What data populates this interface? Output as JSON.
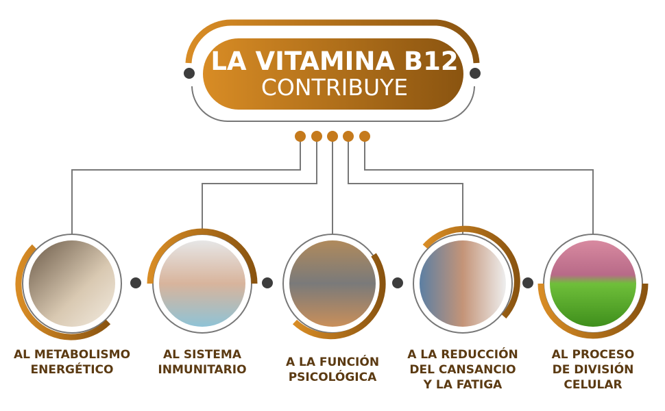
{
  "title": {
    "line1": "LA VITAMINA B12",
    "line2": "CONTRIBUYE"
  },
  "colors": {
    "accent": "#c57a1c",
    "accent_dark": "#8a5410",
    "text": "#5b3a12",
    "line": "#777777",
    "dot": "#3d3d3d"
  },
  "items": [
    {
      "lines": [
        "AL METABOLISMO",
        "ENERGÉTICO"
      ],
      "image": "woman-battle-ropes-workout"
    },
    {
      "lines": [
        "AL SISTEMA",
        "INMUNITARIO"
      ],
      "image": "woman-blowing-nose"
    },
    {
      "lines": [
        "A LA FUNCIÓN",
        "PSICOLÓGICA"
      ],
      "image": "elderly-woman-puzzle"
    },
    {
      "lines": [
        "A LA REDUCCIÓN",
        "DEL CANSANCIO",
        "Y LA FATIGA"
      ],
      "image": "tired-man-rubbing-eyes"
    },
    {
      "lines": [
        "AL PROCESO",
        "DE DIVISIÓN",
        "CELULAR"
      ],
      "image": "green-cells"
    }
  ]
}
